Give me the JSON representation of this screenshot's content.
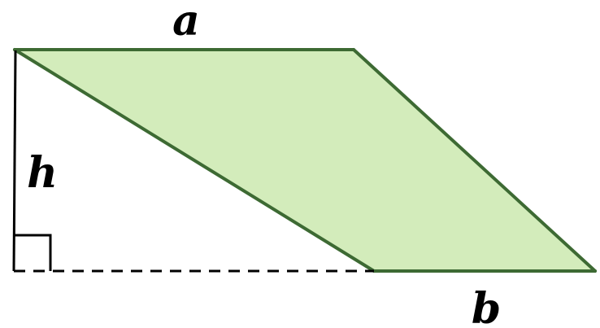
{
  "labels": {
    "top_side": "a",
    "height": "h",
    "bottom_side": "b"
  },
  "colors": {
    "fill": "#d3ecbb",
    "outline": "#3d6a33",
    "height_line": "#000000",
    "dashed_line": "#000000",
    "background": "#ffffff"
  }
}
